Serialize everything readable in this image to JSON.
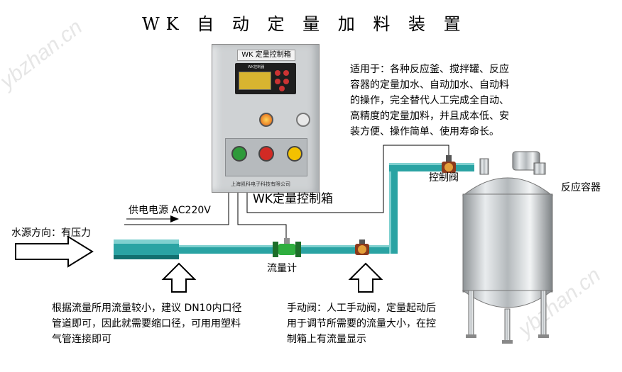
{
  "title": "WK 自 动 定 量 加 料 装 置",
  "watermark": "ybzhan.cn",
  "control_box": {
    "label_plate": "WK 定量控制箱",
    "panel_title": "WK控制器",
    "maker": "上海凯科电子科技有限公司",
    "caption": "WK定量控制箱",
    "button_colors": [
      "#2e9a3a",
      "#d22a24",
      "#f2c100"
    ]
  },
  "description_lines": [
    "适用于：各种反应釜、搅拌罐、反应",
    "容器的定量加水、自动加水、自动料",
    "的操作，完全替代人工完成全自动、",
    "高精度的定量加料，并且成本低、安",
    "装方便、操作简单、使用寿命长。"
  ],
  "labels": {
    "power": "供电电源 AC220V",
    "water_source": "水源方向：有压力",
    "flow_meter": "流量计",
    "control_valve": "控制阀",
    "reactor": "反应容器"
  },
  "note_pipe_lines": [
    "根据流量所用流量较小，建议 DN10内口径",
    "管道即可，因此就需要缩口径，可用用塑料",
    "气管连接即可"
  ],
  "note_valve_lines": [
    "手动阀：人工手动阀，定量起动后",
    "用于调节所需要的流量大小，在控",
    "制箱上有流量显示"
  ],
  "colors": {
    "pipe": "#2aa3a3",
    "pipe_dark": "#12706f",
    "arrow_fill": "#ffffff",
    "arrow_stroke": "#000000"
  }
}
